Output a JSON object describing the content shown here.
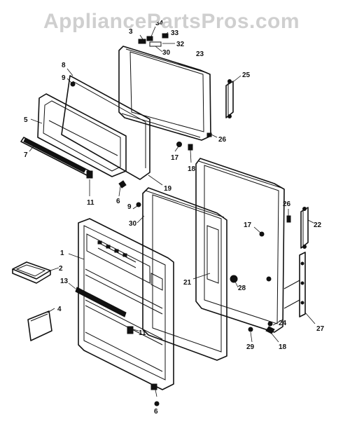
{
  "watermark": "AppliancePartsPros.com",
  "callouts": {
    "c1": "1",
    "c2": "2",
    "c3": "3",
    "c4": "4",
    "c5": "5",
    "c6": "6",
    "c7": "7",
    "c8": "8",
    "c9a": "9",
    "c9b": "9",
    "c11a": "11",
    "c11b": "11",
    "c13": "13",
    "c17a": "17",
    "c17b": "17",
    "c18a": "18",
    "c18b": "18",
    "c19": "19",
    "c21": "21",
    "c22": "22",
    "c23": "23",
    "c24": "24",
    "c25": "25",
    "c26a": "26",
    "c26b": "26",
    "c27": "27",
    "c28": "28",
    "c29": "29",
    "c30a": "30",
    "c30b": "30",
    "c32": "32",
    "c33": "33",
    "c34": "34",
    "c6b": "6"
  }
}
